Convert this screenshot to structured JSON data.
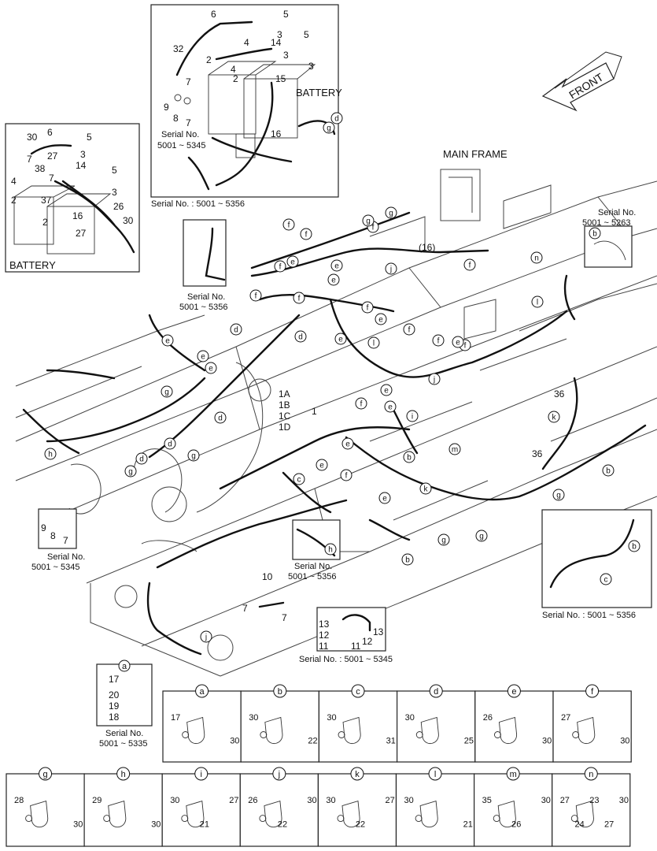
{
  "labels": {
    "front": "FRONT",
    "main_frame": "MAIN FRAME",
    "battery": "BATTERY",
    "serial_prefix": "Serial No.",
    "serial_5001_5345": "5001 ~ 5345",
    "serial_5001_5356": "5001 ~ 5356",
    "serial_5001_5263": "5001 ~ 5263",
    "serial_5001_5335": "5001 ~ 5335",
    "serial_line_5356": "Serial No. : 5001 ~ 5356",
    "serial_line_5345": "Serial No. : 5001 ~ 5345"
  },
  "battery_top": {
    "parts": [
      "6",
      "5",
      "3",
      "32",
      "4",
      "14",
      "3",
      "5",
      "2",
      "4",
      "3",
      "7",
      "2",
      "15",
      "9",
      "8",
      "7",
      "16",
      "b",
      "i",
      "e",
      "e",
      "g",
      "g",
      "g",
      "g",
      "d",
      "d"
    ]
  },
  "battery_left": {
    "parts": [
      "30",
      "6",
      "5",
      "7",
      "27",
      "3",
      "14",
      "38",
      "7",
      "5",
      "4",
      "3",
      "2",
      "37",
      "16",
      "26",
      "2",
      "27",
      "30"
    ]
  },
  "assembly_labels": [
    "1A",
    "1B",
    "1C",
    "1D",
    "1",
    "(16)",
    "36",
    "36",
    "10",
    "7",
    "7"
  ],
  "main_callouts": [
    "f",
    "f",
    "f",
    "f",
    "f",
    "f",
    "f",
    "f",
    "f",
    "f",
    "f",
    "f",
    "f",
    "e",
    "e",
    "e",
    "e",
    "e",
    "e",
    "e",
    "e",
    "e",
    "e",
    "e",
    "e",
    "e",
    "e",
    "d",
    "d",
    "d",
    "d",
    "d",
    "d",
    "g",
    "g",
    "g",
    "g",
    "g",
    "g",
    "g",
    "g",
    "g",
    "j",
    "j",
    "j",
    "n",
    "l",
    "l",
    "b",
    "b",
    "b",
    "b",
    "b",
    "c",
    "c",
    "h",
    "h",
    "i",
    "k",
    "k",
    "m",
    "a"
  ],
  "inset_a": {
    "letter": "a",
    "parts": [
      "17",
      "20",
      "19",
      "18"
    ]
  },
  "inset_13": {
    "parts": [
      "13",
      "12",
      "11",
      "11",
      "12",
      "13"
    ]
  },
  "inset_right": {
    "parts": [
      "l",
      "b",
      "c",
      "g"
    ]
  },
  "inset_small_right": {
    "parts": [
      "b",
      "l"
    ]
  },
  "inset_small_left": {
    "parts": [
      "9",
      "8",
      "7"
    ]
  },
  "clamp_row1": [
    {
      "letter": "a",
      "parts": [
        "17",
        "30"
      ]
    },
    {
      "letter": "b",
      "parts": [
        "30",
        "22"
      ]
    },
    {
      "letter": "c",
      "parts": [
        "30",
        "31"
      ]
    },
    {
      "letter": "d",
      "parts": [
        "30",
        "25"
      ]
    },
    {
      "letter": "e",
      "parts": [
        "26",
        "30"
      ]
    },
    {
      "letter": "f",
      "parts": [
        "27",
        "30"
      ]
    }
  ],
  "clamp_row2": [
    {
      "letter": "g",
      "parts": [
        "28",
        "30"
      ]
    },
    {
      "letter": "h",
      "parts": [
        "29",
        "30"
      ]
    },
    {
      "letter": "i",
      "parts": [
        "30",
        "21",
        "27"
      ]
    },
    {
      "letter": "j",
      "parts": [
        "26",
        "22",
        "30"
      ]
    },
    {
      "letter": "k",
      "parts": [
        "30",
        "22",
        "27"
      ]
    },
    {
      "letter": "l",
      "parts": [
        "30",
        "21"
      ]
    },
    {
      "letter": "m",
      "parts": [
        "35",
        "26",
        "30"
      ]
    },
    {
      "letter": "n",
      "parts": [
        "27",
        "24",
        "23",
        "27",
        "30"
      ]
    }
  ]
}
